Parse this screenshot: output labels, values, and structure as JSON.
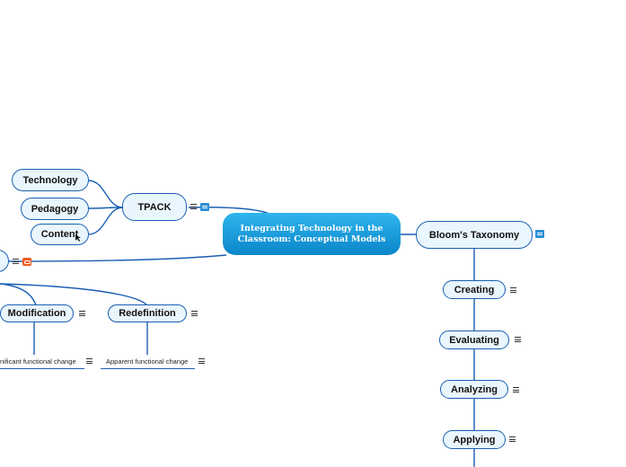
{
  "central_topic": {
    "line1": "Integrating Technology in the",
    "line2": "Classroom: Conceptual Models"
  },
  "tpack": {
    "label": "TPACK",
    "children": [
      "Technology",
      "Pedagogy",
      "Content"
    ]
  },
  "blooms": {
    "label": "Bloom's Taxonomy",
    "children": [
      "Creating",
      "Evaluating",
      "Analyzing",
      "Applying"
    ]
  },
  "samr": {
    "children": [
      {
        "label": "Modification",
        "note": "nificant functional change"
      },
      {
        "label": "Redefinition",
        "note": "Apparent functional change"
      }
    ]
  },
  "colors": {
    "line": "#1a5fb4",
    "central_top": "#2fb5ee",
    "central_bottom": "#0a86c9",
    "node_fill": "#eaf6fd",
    "link_icon": "#f05a1e",
    "note_icon": "#2a8fd6"
  },
  "icons": [
    "menu-icon",
    "note-icon",
    "link-icon",
    "cursor-icon"
  ]
}
